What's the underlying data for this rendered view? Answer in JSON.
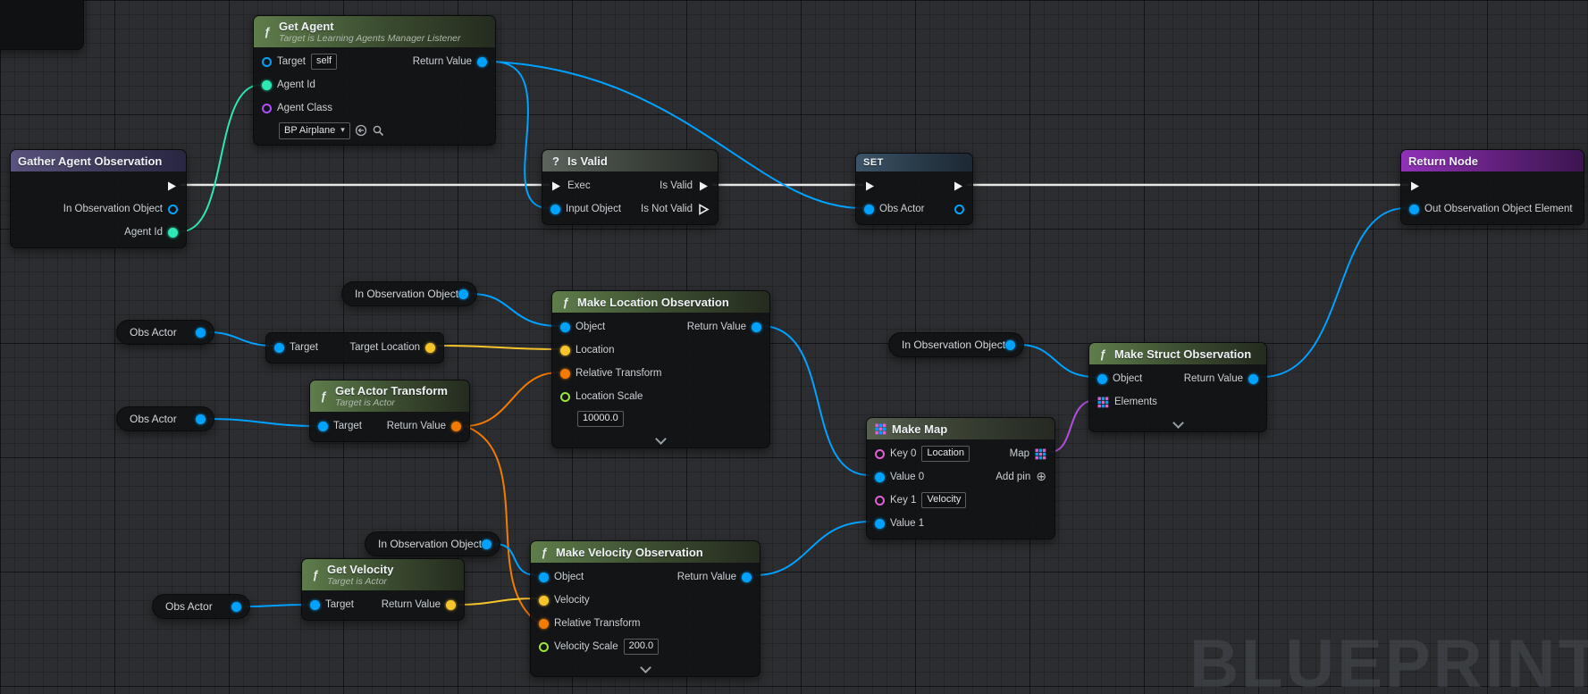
{
  "canvas": {
    "watermark": "BLUEPRINT"
  },
  "pin_colors": {
    "exec": "#ffffff",
    "object": "#00a2ff",
    "int": "#2ce8b4",
    "class": "#b04fff",
    "float": "#9de636",
    "vector": "#f6c52c",
    "transform": "#f27b00",
    "key": "#e25fd4",
    "map": "#00a2ff",
    "addpin": "#b8bcc0"
  },
  "wire_colors": {
    "exec": "#e8e8e8",
    "object": "#00a2ff",
    "int": "#2ce8b4",
    "vector": "#f6c52c",
    "transform": "#f27b00",
    "map": "#b44fe0"
  },
  "nodes": [
    {
      "id": "get-agent",
      "kind": "function",
      "header": "green",
      "icon": "function",
      "title": "Get Agent",
      "subtitle": "Target is Learning Agents Manager Listener",
      "rows": [
        {
          "left": {
            "label": "Target",
            "type": "object",
            "style": "hollow",
            "field": "self"
          },
          "right": {
            "label": "Return Value",
            "type": "object",
            "style": "solid"
          }
        },
        {
          "left": {
            "label": "Agent Id",
            "type": "int",
            "style": "solid"
          }
        },
        {
          "left": {
            "label": "Agent Class",
            "type": "class",
            "style": "hollow",
            "below": {
              "kind": "dropdown",
              "value": "BP Airplane"
            }
          }
        }
      ]
    },
    {
      "id": "gather-agent-observation",
      "kind": "event",
      "header": "violet",
      "title": "Gather Agent Observation",
      "rows": [
        {
          "right": {
            "type": "exec",
            "style": "solid"
          }
        },
        {
          "right": {
            "label": "In Observation Object",
            "type": "object",
            "style": "hollow"
          }
        },
        {
          "right": {
            "label": "Agent Id",
            "type": "int",
            "style": "solid"
          }
        }
      ]
    },
    {
      "id": "is-valid",
      "kind": "macro",
      "header": "gray",
      "icon": "question",
      "title": "Is Valid",
      "rows": [
        {
          "left": {
            "label": "Exec",
            "type": "exec",
            "style": "solid"
          },
          "right": {
            "label": "Is Valid",
            "type": "exec",
            "style": "solid"
          }
        },
        {
          "left": {
            "label": "Input Object",
            "type": "object",
            "style": "solid"
          },
          "right": {
            "label": "Is Not Valid",
            "type": "exec",
            "style": "hollow"
          }
        }
      ]
    },
    {
      "id": "set-obs-actor",
      "kind": "set",
      "header": "set",
      "title": "SET",
      "rows": [
        {
          "left": {
            "type": "exec",
            "style": "solid"
          },
          "right": {
            "type": "exec",
            "style": "solid"
          }
        },
        {
          "left": {
            "label": "Obs Actor",
            "type": "object",
            "style": "solid"
          },
          "right": {
            "type": "object",
            "style": "hollow"
          }
        }
      ]
    },
    {
      "id": "return-node",
      "kind": "return",
      "header": "purple",
      "title": "Return Node",
      "rows": [
        {
          "left": {
            "type": "exec",
            "style": "solid"
          }
        },
        {
          "left": {
            "label": "Out Observation Object Element",
            "type": "object",
            "style": "solid"
          }
        }
      ]
    },
    {
      "id": "in-observation-object-1",
      "kind": "getter",
      "title": "In Observation Object",
      "pin": {
        "type": "object",
        "style": "solid"
      }
    },
    {
      "id": "obs-actor-1",
      "kind": "getter",
      "title": "Obs Actor",
      "pin": {
        "type": "object",
        "style": "solid"
      }
    },
    {
      "id": "get-actor-location",
      "kind": "compact",
      "rows": [
        {
          "left": {
            "label": "Target",
            "type": "object",
            "style": "solid"
          },
          "right": {
            "label": "Target Location",
            "type": "vector",
            "style": "solid"
          }
        }
      ]
    },
    {
      "id": "get-actor-transform",
      "kind": "function",
      "header": "green",
      "icon": "function",
      "title": "Get Actor Transform",
      "subtitle": "Target is Actor",
      "rows": [
        {
          "left": {
            "label": "Target",
            "type": "object",
            "style": "solid"
          },
          "right": {
            "label": "Return Value",
            "type": "transform",
            "style": "solid"
          }
        }
      ]
    },
    {
      "id": "obs-actor-2",
      "kind": "getter",
      "title": "Obs Actor",
      "pin": {
        "type": "object",
        "style": "solid"
      }
    },
    {
      "id": "make-location-observation",
      "kind": "function",
      "header": "green",
      "icon": "function",
      "title": "Make Location Observation",
      "chevron": true,
      "rows": [
        {
          "left": {
            "label": "Object",
            "type": "object",
            "style": "solid"
          },
          "right": {
            "label": "Return Value",
            "type": "object",
            "style": "solid"
          }
        },
        {
          "left": {
            "label": "Location",
            "type": "vector",
            "style": "solid"
          }
        },
        {
          "left": {
            "label": "Relative Transform",
            "type": "transform",
            "style": "solid"
          }
        },
        {
          "left": {
            "label": "Location Scale",
            "type": "float",
            "style": "hollow",
            "below": {
              "kind": "field",
              "value": "10000.0"
            }
          }
        }
      ]
    },
    {
      "id": "in-observation-object-2",
      "kind": "getter",
      "title": "In Observation Object",
      "pin": {
        "type": "object",
        "style": "solid"
      }
    },
    {
      "id": "make-struct-observation",
      "kind": "function",
      "header": "green",
      "icon": "function",
      "title": "Make Struct Observation",
      "chevron": true,
      "rows": [
        {
          "left": {
            "label": "Object",
            "type": "object",
            "style": "solid"
          },
          "right": {
            "label": "Return Value",
            "type": "object",
            "style": "solid"
          }
        },
        {
          "left": {
            "label": "Elements",
            "type": "map",
            "style": "solid"
          }
        }
      ]
    },
    {
      "id": "make-map",
      "kind": "function",
      "header": "map",
      "icon": "map",
      "title": "Make Map",
      "rows": [
        {
          "left": {
            "label": "Key 0",
            "type": "key",
            "style": "hollow",
            "field": "Location"
          },
          "right": {
            "label": "Map",
            "type": "map",
            "style": "solid"
          }
        },
        {
          "left": {
            "label": "Value 0",
            "type": "object",
            "style": "solid"
          },
          "right": {
            "label": "Add pin",
            "type": "addpin"
          }
        },
        {
          "left": {
            "label": "Key 1",
            "type": "key",
            "style": "hollow",
            "field": "Velocity"
          }
        },
        {
          "left": {
            "label": "Value 1",
            "type": "object",
            "style": "solid"
          }
        }
      ]
    },
    {
      "id": "in-observation-object-3",
      "kind": "getter",
      "title": "In Observation Object",
      "pin": {
        "type": "object",
        "style": "solid"
      }
    },
    {
      "id": "get-velocity",
      "kind": "function",
      "header": "green",
      "icon": "function",
      "title": "Get Velocity",
      "subtitle": "Target is Actor",
      "rows": [
        {
          "left": {
            "label": "Target",
            "type": "object",
            "style": "solid"
          },
          "right": {
            "label": "Return Value",
            "type": "vector",
            "style": "solid"
          }
        }
      ]
    },
    {
      "id": "obs-actor-3",
      "kind": "getter",
      "title": "Obs Actor",
      "pin": {
        "type": "object",
        "style": "solid"
      }
    },
    {
      "id": "make-velocity-observation",
      "kind": "function",
      "header": "green",
      "icon": "function",
      "title": "Make Velocity Observation",
      "chevron": true,
      "rows": [
        {
          "left": {
            "label": "Object",
            "type": "object",
            "style": "solid"
          },
          "right": {
            "label": "Return Value",
            "type": "object",
            "style": "solid"
          }
        },
        {
          "left": {
            "label": "Velocity",
            "type": "vector",
            "style": "solid"
          }
        },
        {
          "left": {
            "label": "Relative Transform",
            "type": "transform",
            "style": "solid"
          }
        },
        {
          "left": {
            "label": "Velocity Scale",
            "type": "float",
            "style": "hollow",
            "field": "200.0"
          }
        }
      ]
    }
  ]
}
